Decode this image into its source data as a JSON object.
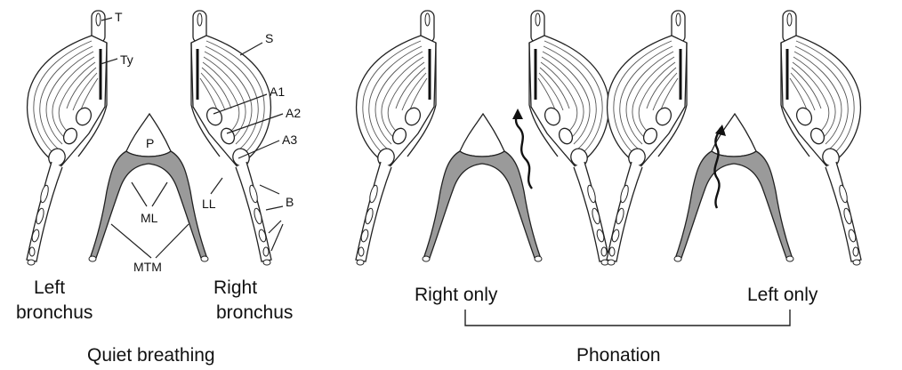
{
  "labels": {
    "T": "T",
    "Ty": "Ty",
    "S": "S",
    "A1": "A1",
    "A2": "A2",
    "A3": "A3",
    "LL": "LL",
    "B": "B",
    "P": "P",
    "ML": "ML",
    "MTM": "MTM"
  },
  "captions": {
    "left_bronchus_1": "Left",
    "left_bronchus_2": "bronchus",
    "right_bronchus_1": "Right",
    "right_bronchus_2": "bronchus",
    "right_only": "Right only",
    "left_only": "Left only",
    "quiet_breathing": "Quiet breathing",
    "phonation": "Phonation"
  },
  "colors": {
    "tissue_fill": "#9a9a9a",
    "line": "#222222"
  }
}
